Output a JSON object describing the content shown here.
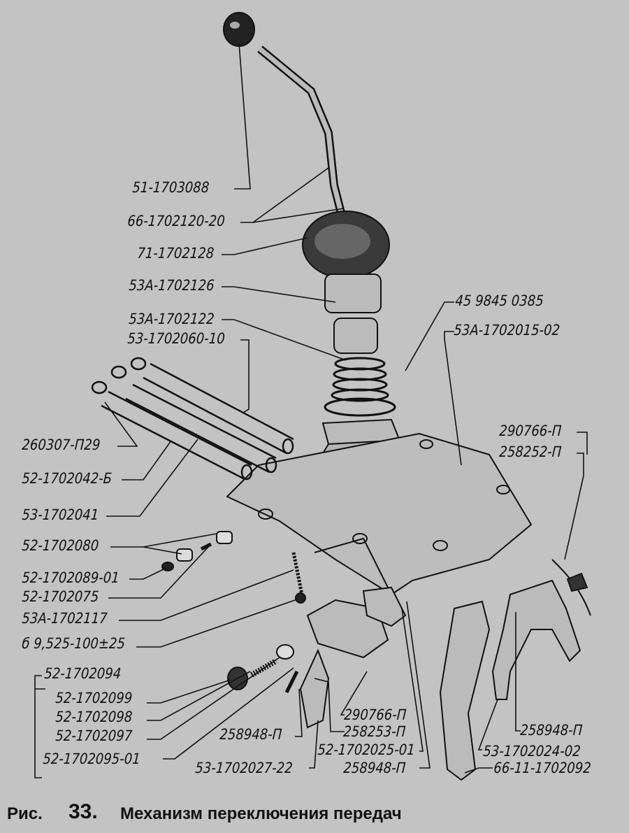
{
  "figure": {
    "caption_prefix": "Рис.",
    "number": "33.",
    "title": "Механизм переключения передач"
  },
  "labels": [
    "51-1703088",
    "66-1702120-20",
    "71-1702128",
    "53А-1702126",
    "45 9845 0385",
    "53А-1702122",
    "53-1702060-10",
    "53А-1702015-02",
    "290766-П",
    "258252-П",
    "260307-П29",
    "52-1702042-Б",
    "53-1702041",
    "52-1702080",
    "52-1702089-01",
    "52-1702075",
    "53А-1702117",
    "б 9,525-100±25",
    "52-1702094",
    "52-1702099",
    "52-1702098",
    "52-1702097",
    "52-1702095-01",
    "258948-П",
    "53-1702027-22",
    "290766-П",
    "258253-П",
    "52-1702025-01",
    "258948-П",
    "258948-П",
    "53-1702024-02",
    "66-11-1702092"
  ]
}
